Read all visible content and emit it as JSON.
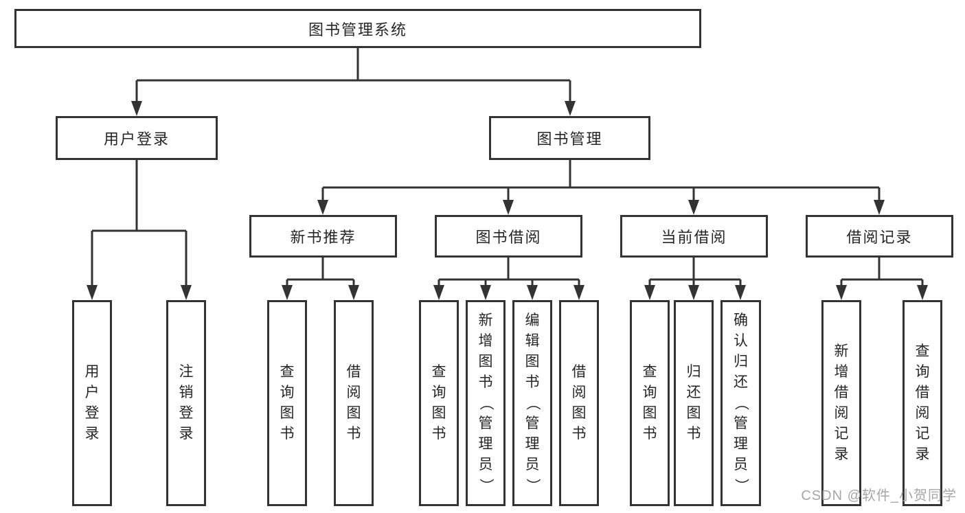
{
  "tree": {
    "root": {
      "label": "图书管理系统"
    },
    "level2": [
      {
        "label": "用户登录"
      },
      {
        "label": "图书管理"
      }
    ],
    "level3": [
      {
        "label": "新书推荐"
      },
      {
        "label": "图书借阅"
      },
      {
        "label": "当前借阅"
      },
      {
        "label": "借阅记录"
      }
    ],
    "leaves": {
      "user_login": [
        "用户登录",
        "注销登录"
      ],
      "new_book": [
        "查询图书",
        "借阅图书"
      ],
      "book_borrow": [
        "查询图书",
        "新增图书（管理员）",
        "编辑图书（管理员）",
        "借阅图书"
      ],
      "current_borrow": [
        "查询图书",
        "归还图书",
        "确认归还（管理员）"
      ],
      "borrow_records": [
        "新增借阅记录",
        "查询借阅记录"
      ]
    }
  },
  "watermark": "CSDN @软件_小贺同学",
  "colors": {
    "line": "#333333",
    "box_fill": "#ffffff",
    "text": "#262626",
    "watermark": "#a6a6a6",
    "background": "#ffffff"
  }
}
